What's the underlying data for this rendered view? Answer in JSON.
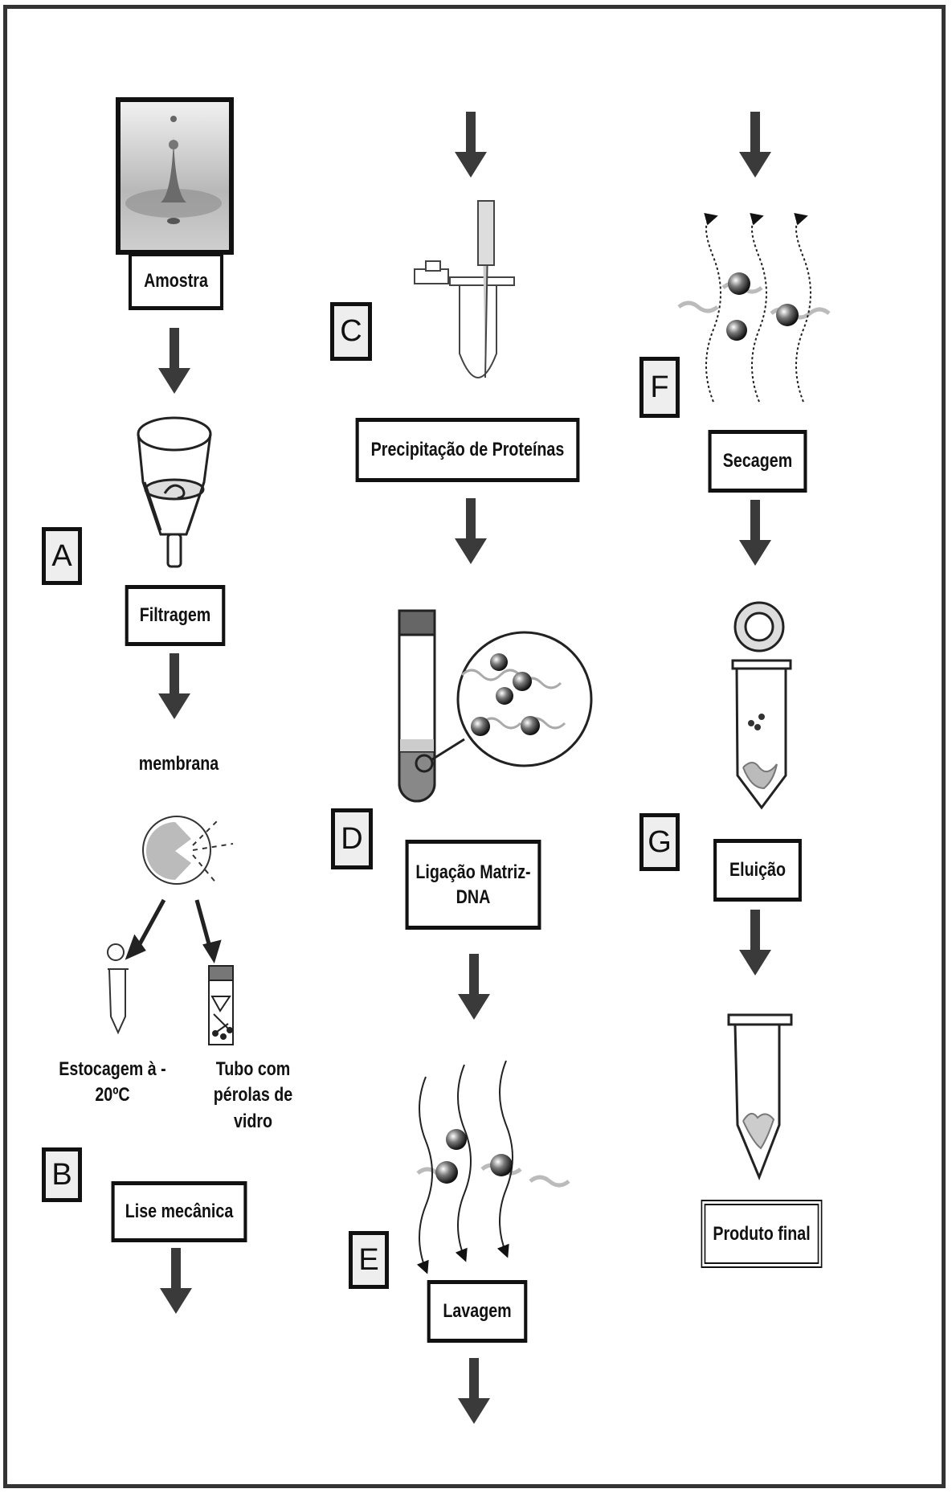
{
  "steps": {
    "amostra": "Amostra",
    "filtragem": "Filtragem",
    "membrana": "membrana",
    "estocagem": "Estocagem à -\n20ºC",
    "tubo_perolas": "Tubo com\npérolas de\nvidro",
    "lise": "Lise mecânica",
    "precipitacao": "Precipitação de Proteínas",
    "ligacao": "Ligação Matriz-\nDNA",
    "lavagem": "Lavagem",
    "secagem": "Secagem",
    "eluicao": "Eluição",
    "produto_final": "Produto final"
  },
  "letters": {
    "a": "A",
    "b": "B",
    "c": "C",
    "d": "D",
    "e": "E",
    "f": "F",
    "g": "G"
  }
}
